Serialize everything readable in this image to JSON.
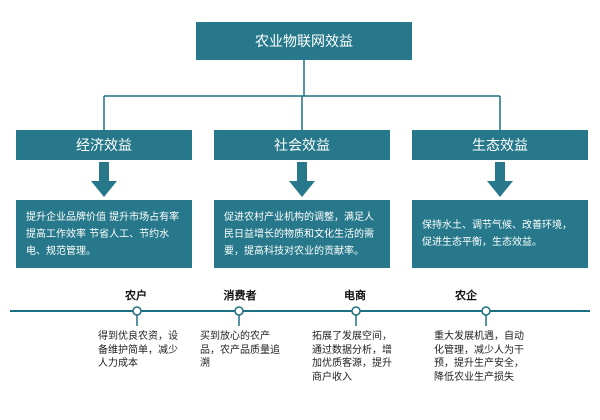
{
  "title": "农业物联网效益",
  "benefits": [
    {
      "name": "经济效益",
      "text": "提升企业品牌价值 提升市场占有率 提高工作效率 节省人工、节约水电、规范管理。"
    },
    {
      "name": "社会效益",
      "text": "促进农村产业机构的调整，满足人民日益增长的物质和文化生活的需要，提高科技对农业的贡献率。"
    },
    {
      "name": "生态效益",
      "text": "保持水土、调节气候、改善环境，促进生态平衡，生态效益。"
    }
  ],
  "stakeholders": [
    {
      "name": "农户",
      "text": "得到优良农资，设备维护简单，减少人力成本"
    },
    {
      "name": "消费者",
      "text": "买到放心的农产品，农产品质量追溯"
    },
    {
      "name": "电商",
      "text": "拓展了发展空间，通过数据分析，增加优质客源，提升商户收入"
    },
    {
      "name": "农企",
      "text": "重大发展机遇，自动化管理，减少人为干预，提升生产安全，降低农业生产损失"
    }
  ],
  "colors": {
    "box": "#26788a",
    "line": "#1f6f82",
    "arrow": "#26788a"
  }
}
